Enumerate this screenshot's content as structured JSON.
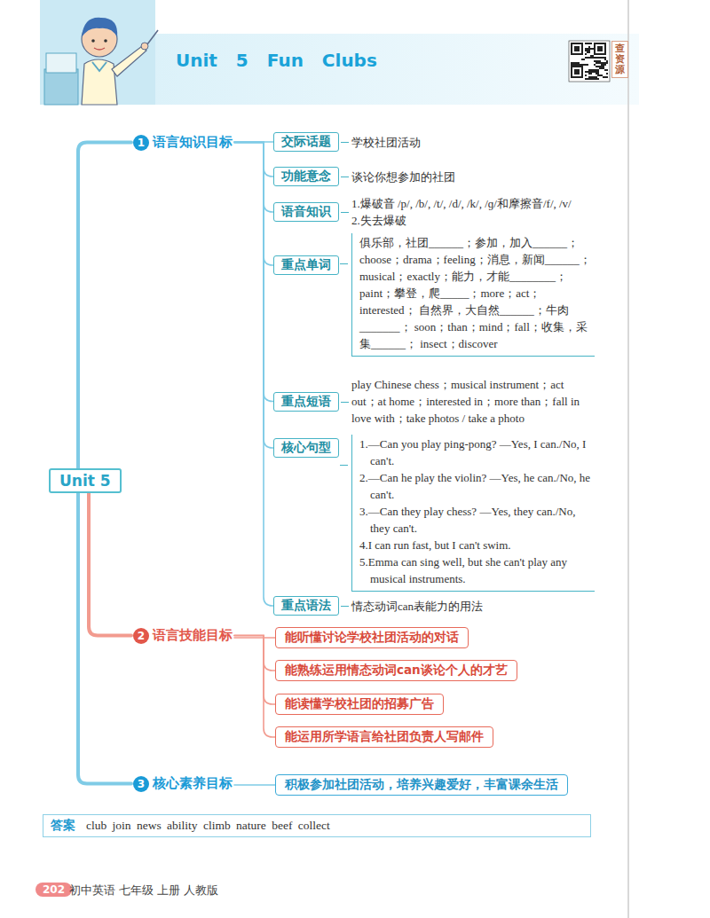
{
  "diagram": {
    "title": "Unit 5 Fun Clubs",
    "nodes": [
      {
        "text": [
          "Unit 5"
        ]
      },
      {
        "text": [
          "1",
          "语言知识目标"
        ]
      },
      {
        "text": [
          "交际话题",
          "学校社团活动"
        ]
      },
      {
        "text": [
          "功能意念",
          "谈论你想参加的社团"
        ]
      },
      {
        "text": [
          "语音知识",
          "1.爆破音 /p/, /b/, /t/, /d/, /k/, /ɡ/和摩擦音/f/, /v/",
          "2.失去爆破"
        ]
      },
      {
        "text": [
          "重点单词",
          "俱乐部，社团______；参加，加入______； choose；drama；feeling；消息，新闻______； musical；exactly；能力，才能________； paint；攀登，爬_____；more；act；interested； 自然界，大自然______；牛肉_______； soon；than；mind；fall；收集，采集______； insect；discover"
        ]
      },
      {
        "text": [
          "重点短语",
          "play Chinese chess；musical instrument；act out；at home；interested in；more than；fall in love with；take photos / take a photo"
        ]
      },
      {
        "text": [
          "核心句型",
          "1.—Can you play ping-pong? —Yes, I can./No, I can't.",
          "2.—Can he play the violin? —Yes, he can./No, he can't.",
          "3.—Can they play chess? —Yes, they can./No, they can't.",
          "4.I can run fast, but I can't swim.",
          "5.Emma can sing well, but she can't play any musical instruments."
        ]
      },
      {
        "text": [
          "重点语法",
          "情态动词can表能力的用法"
        ]
      },
      {
        "text": [
          "2",
          "语言技能目标"
        ]
      },
      {
        "text": [
          "能听懂讨论学校社团活动的对话"
        ]
      },
      {
        "text": [
          "能熟练运用情态动词can谈论个人的才艺"
        ]
      },
      {
        "text": [
          "能读懂学校社团的招募广告"
        ]
      },
      {
        "text": [
          "能运用所学语言给社团负责人写邮件"
        ]
      },
      {
        "text": [
          "3",
          "核心素养目标"
        ]
      },
      {
        "text": [
          "积极参加社团活动，培养兴趣爱好，丰富课余生活"
        ]
      },
      {
        "text": [
          "答案",
          "club join news ability climb nature beef collect"
        ]
      }
    ],
    "edges": [
      {
        "from": 0,
        "to": 1,
        "arrow": "none"
      },
      {
        "from": 0,
        "to": 9,
        "arrow": "none"
      },
      {
        "from": 0,
        "to": 14,
        "arrow": "none"
      },
      {
        "from": 1,
        "to": 2,
        "arrow": "none"
      },
      {
        "from": 1,
        "to": 3,
        "arrow": "none"
      },
      {
        "from": 1,
        "to": 4,
        "arrow": "none"
      },
      {
        "from": 1,
        "to": 5,
        "arrow": "none"
      },
      {
        "from": 1,
        "to": 6,
        "arrow": "none"
      },
      {
        "from": 1,
        "to": 7,
        "arrow": "none"
      },
      {
        "from": 1,
        "to": 8,
        "arrow": "none"
      },
      {
        "from": 9,
        "to": 10,
        "arrow": "none"
      },
      {
        "from": 9,
        "to": 11,
        "arrow": "none"
      },
      {
        "from": 9,
        "to": 12,
        "arrow": "none"
      },
      {
        "from": 9,
        "to": 13,
        "arrow": "none"
      },
      {
        "from": 14,
        "to": 15,
        "arrow": "none"
      }
    ],
    "labels": [
      "查资源",
      "202",
      "初中英语 七年级 上册 人教版"
    ]
  }
}
